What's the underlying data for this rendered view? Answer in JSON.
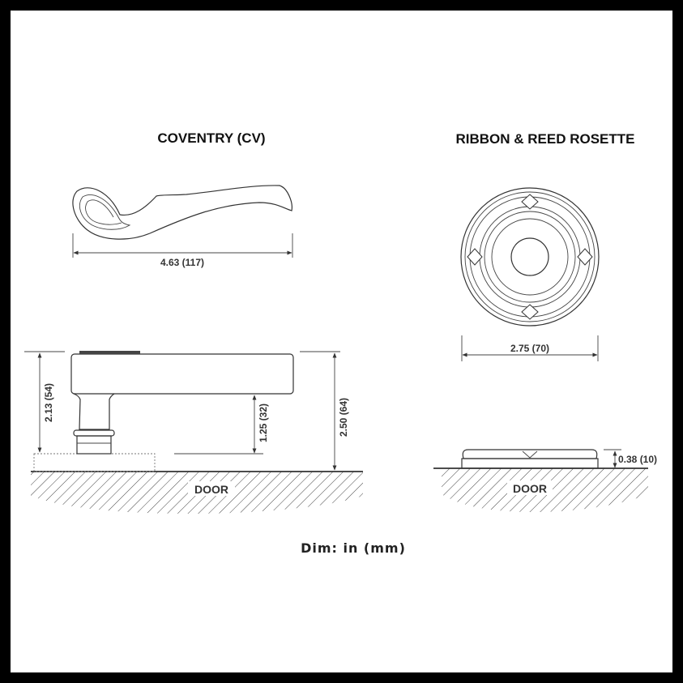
{
  "lever": {
    "title": "COVENTRY (CV)",
    "length_dim": "4.63 (117)",
    "height_to_rosette_dim": "2.13 (54)",
    "clearance_dim": "1.25 (32)",
    "projection_dim": "2.50 (64)",
    "door_label": "DOOR"
  },
  "rosette": {
    "title": "RIBBON & REED ROSETTE",
    "diameter_dim": "2.75 (70)",
    "thickness_dim": "0.38 (10)",
    "door_label": "DOOR"
  },
  "footer": {
    "units_note": "Dim: in (mm)"
  },
  "colors": {
    "frame": "#000000",
    "background": "#ffffff",
    "line": "#333333"
  }
}
